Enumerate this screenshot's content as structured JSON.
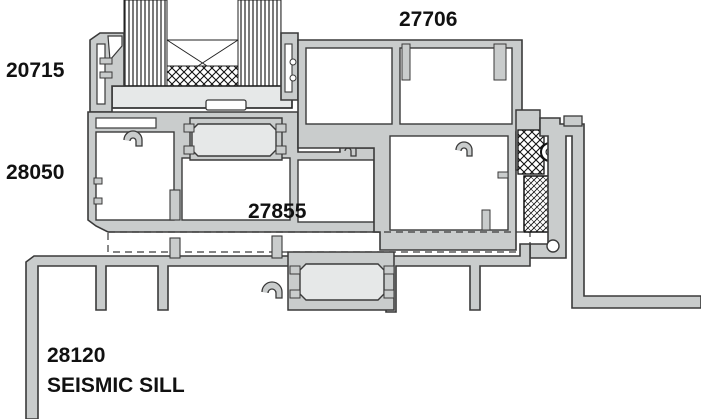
{
  "labels": {
    "head_frame": "27706",
    "glazing_bead": "20715",
    "sash": "28050",
    "sill_adaptor": "27855",
    "sill_code": "28120",
    "sill_name": "SEISMIC SILL"
  },
  "colors": {
    "metal": "#c9cccc",
    "metal_edge": "#3a3a3a",
    "glass": "#ffffff",
    "insulator": "#e6e8e8",
    "gasket": "#111111",
    "text": "#111111"
  }
}
